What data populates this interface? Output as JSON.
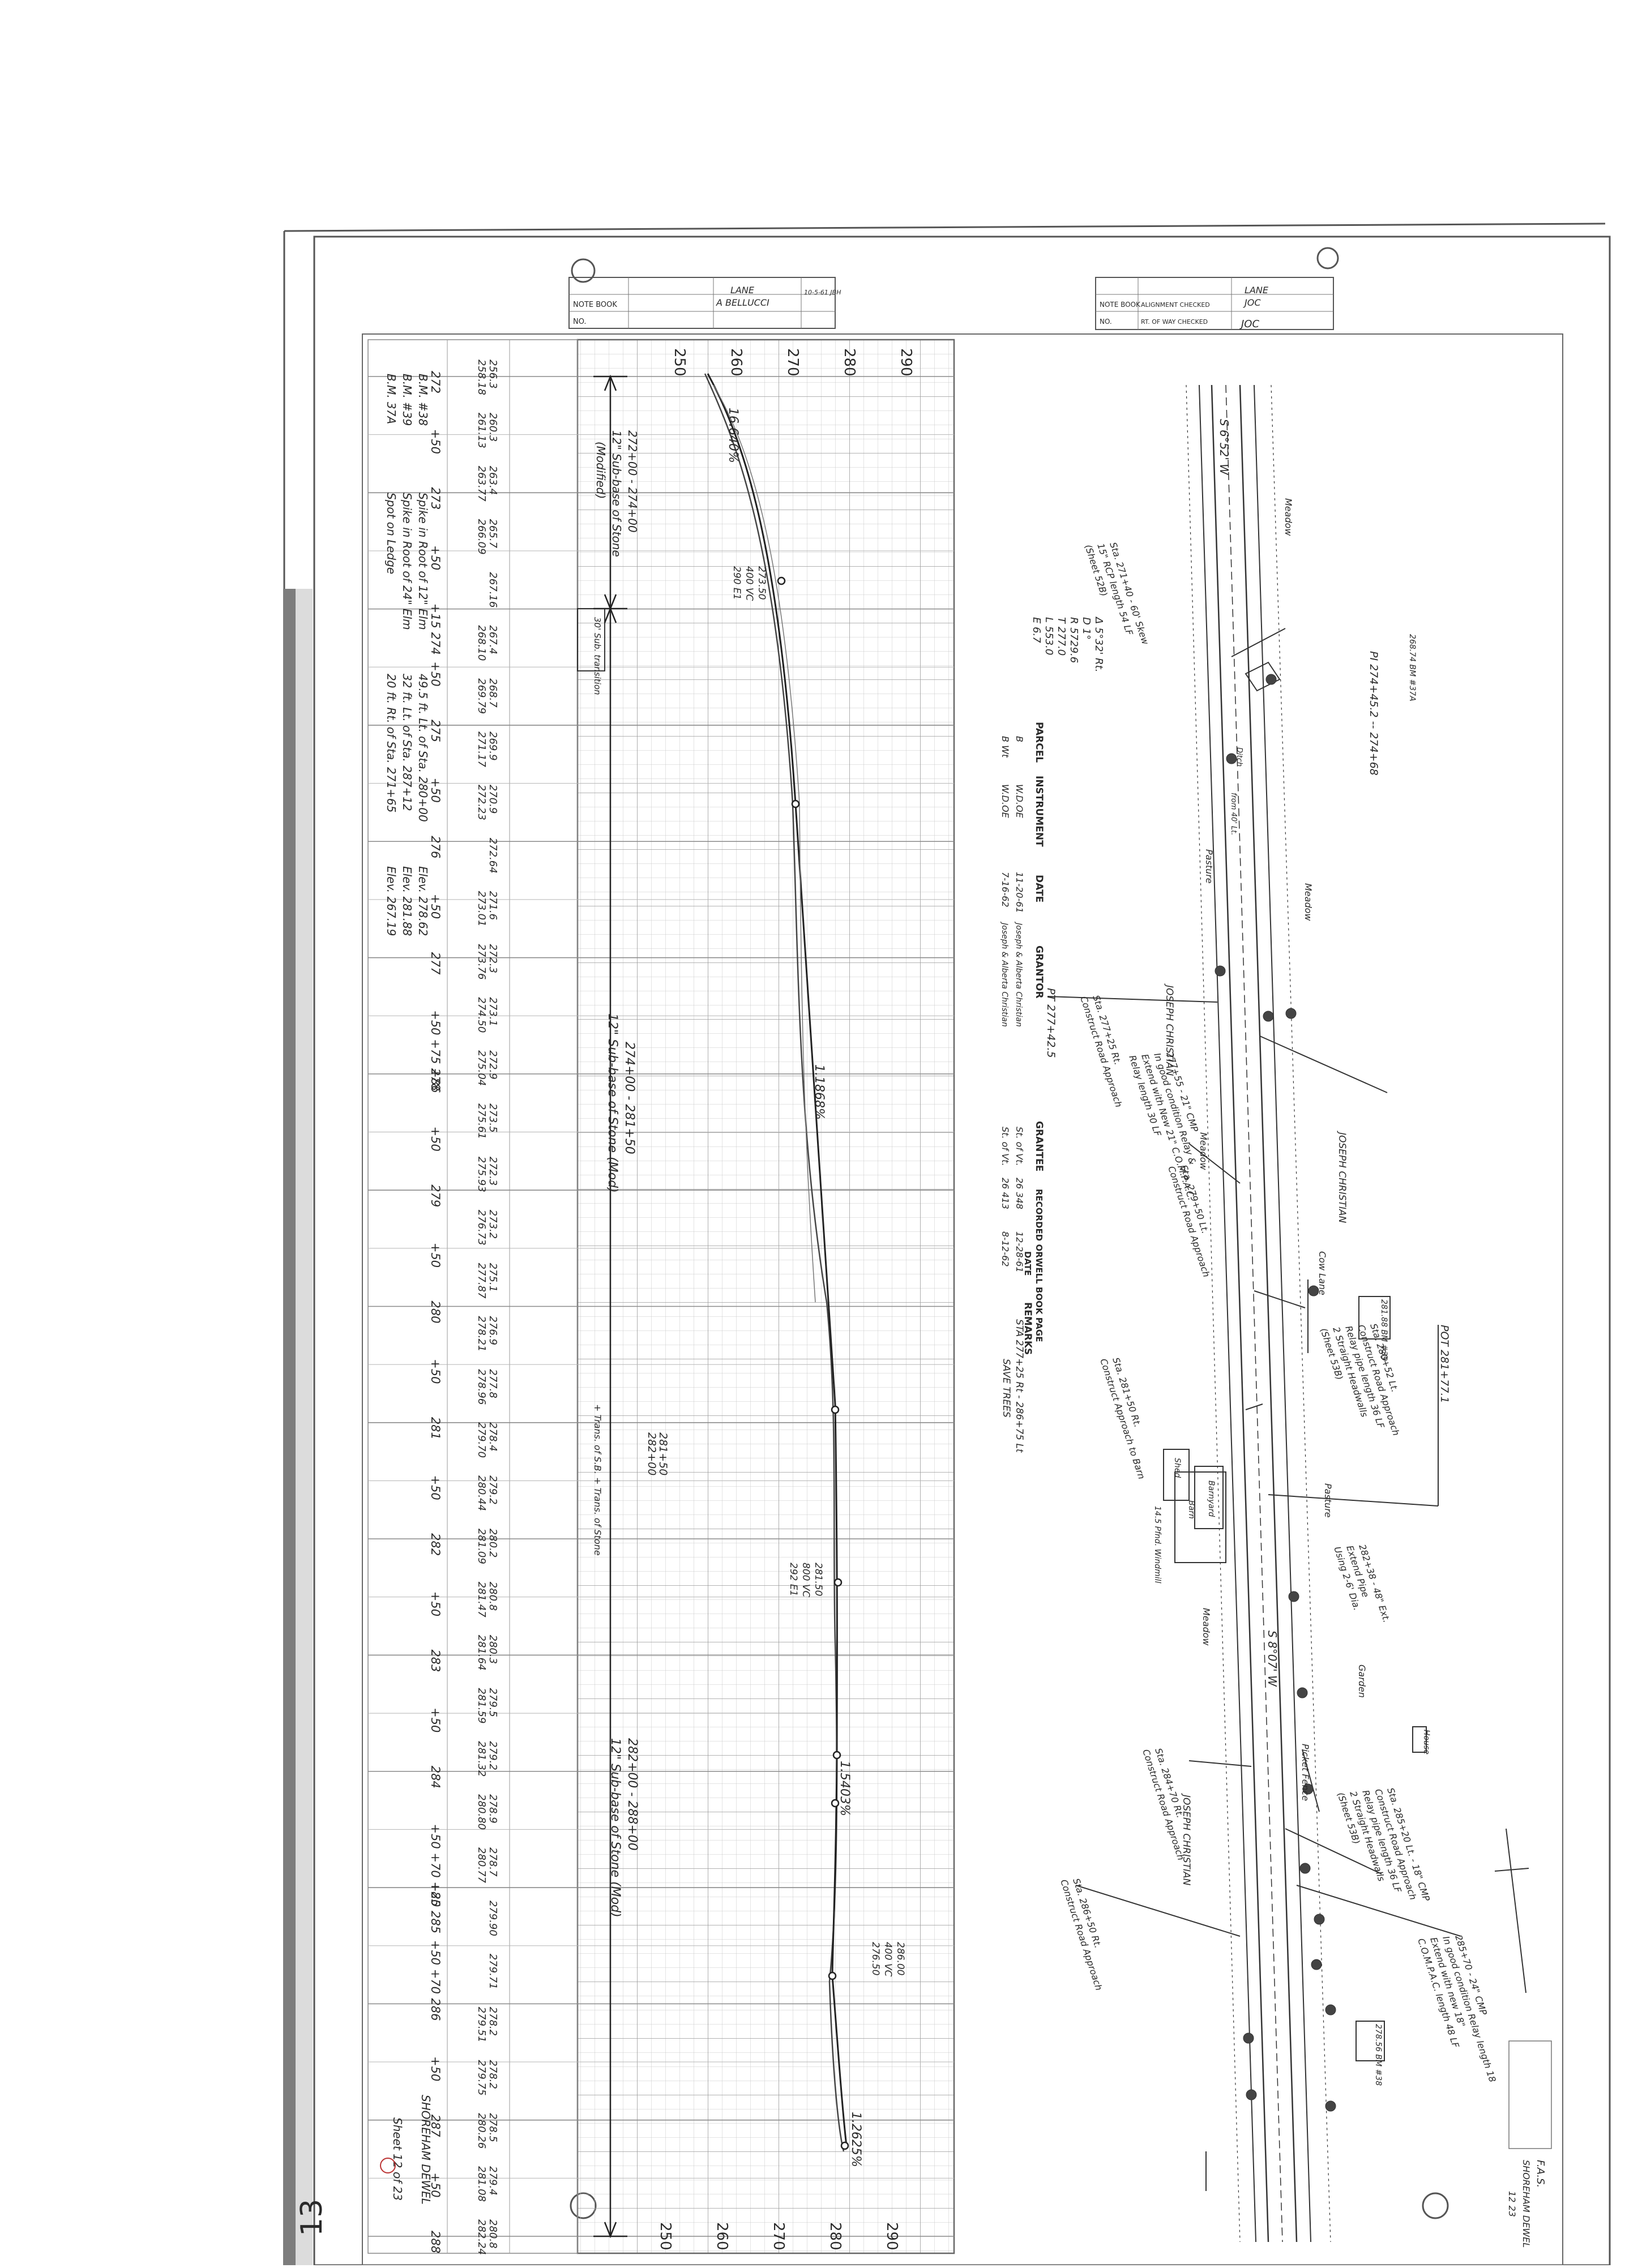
{
  "page_mark": "13",
  "title_block_left": {
    "labels": [
      "NOTE BOOK",
      "NO."
    ],
    "lane": "LANE",
    "designer": "A BELLUCCI",
    "checked": "10-5-61 JBH"
  },
  "title_block_right": {
    "labels": [
      "NOTE BOOK",
      "NO.",
      "ALIGNMENT CHECKED",
      "RT. OF WAY CHECKED"
    ],
    "lane": "LANE",
    "initials_top": "JOC",
    "initials_bottom": "JOC"
  },
  "profile": {
    "elev_ticks": [
      "250",
      "260",
      "270",
      "280",
      "290"
    ],
    "stations": [
      "272",
      "+50",
      "273",
      "+50",
      "+15 274",
      "+50",
      "275",
      "+50",
      "276",
      "+50",
      "277",
      "+50 +75 +86",
      "278",
      "+50",
      "279",
      "+50",
      "280",
      "+50",
      "281",
      "+50",
      "282",
      "+50",
      "283",
      "+50",
      "284",
      "+50 +70 +85",
      "+20 285",
      "+50 +70",
      "286",
      "+50",
      "287",
      "+50",
      "288"
    ],
    "elev_pairs": [
      [
        "256.3",
        "258.18"
      ],
      [
        "260.3",
        "261.13"
      ],
      [
        "263.4",
        "263.77"
      ],
      [
        "265.7",
        "266.09"
      ],
      [
        "267.16",
        ""
      ],
      [
        "267.4",
        "268.10"
      ],
      [
        "268.7",
        "269.79"
      ],
      [
        "269.9",
        "271.17"
      ],
      [
        "270.9",
        "272.23"
      ],
      [
        "272.64",
        ""
      ],
      [
        "271.6",
        "273.01"
      ],
      [
        "272.3",
        "273.76"
      ],
      [
        "273.1",
        "274.50"
      ],
      [
        "272.9",
        "275.04"
      ],
      [
        "273.5",
        "275.61"
      ],
      [
        "272.3",
        "275.93"
      ],
      [
        "273.2",
        "276.73"
      ],
      [
        "275.1",
        "277.87"
      ],
      [
        "276.9",
        "278.21"
      ],
      [
        "277.8",
        "278.96"
      ],
      [
        "278.4",
        "279.70"
      ],
      [
        "279.2",
        "280.44"
      ],
      [
        "280.2",
        "281.09"
      ],
      [
        "280.8",
        "281.47"
      ],
      [
        "280.3",
        "281.64"
      ],
      [
        "279.5",
        "281.59"
      ],
      [
        "279.2",
        "281.32"
      ],
      [
        "278.9",
        "280.80"
      ],
      [
        "278.7",
        "280.77"
      ],
      [
        "279.90",
        ""
      ],
      [
        "279.71",
        ""
      ],
      [
        "278.2",
        "279.51"
      ],
      [
        "278.2",
        "279.75"
      ],
      [
        "278.5",
        "280.26"
      ],
      [
        "279.4",
        "281.08"
      ],
      [
        "280.8",
        "282.24"
      ]
    ],
    "grade_labels": [
      "16.640%",
      "1.1868%",
      "1.5403%",
      "1.2625%"
    ],
    "vc_notes": [
      [
        "273.50",
        "400 VC",
        "290 E1"
      ],
      [
        "281.50",
        "800 VC",
        "292 E1"
      ],
      [
        "286.00",
        "400 VC",
        "276.50"
      ]
    ],
    "subbase_notes": [
      [
        "272+00 - 274+00",
        "12\" Sub-base of Stone",
        "(Modified)"
      ],
      [
        "274+00 - 281+50",
        "12\" Sub-base of Stone (Mod)"
      ],
      [
        "281+50",
        "282+00"
      ],
      [
        "282+00 - 288+00",
        "12\" Sub-base of Stone (Mod)"
      ]
    ],
    "transition_notes": [
      "30' Sub. transition",
      "+ Trans. of S.B. + Trans. of Stone"
    ],
    "bench_marks": [
      [
        "B.M. #38",
        "Spike in Root of 12\" Elm",
        "49.5 ft. Lt. of Sta. 280+00",
        "Elev. 278.62"
      ],
      [
        "B.M. #39",
        "Spike in Root of 24\" Elm",
        "32 ft. Lt. of Sta. 287+12",
        "Elev. 281.88"
      ],
      [
        "B.M. 37A",
        "Spot on Ledge",
        "20 ft. Rt. of Sta. 271+65",
        "Elev. 267.19"
      ]
    ],
    "sheet_note": [
      "SHOREHAM DEWEL",
      "Sheet 12 of 23"
    ]
  },
  "parcel_table": {
    "headers": [
      "PARCEL",
      "INSTRUMENT",
      "DATE",
      "GRANTOR",
      "GRANTEE",
      "RECORDED ORWELL BOOK PAGE",
      "DATE",
      "REMARKS"
    ],
    "rows": [
      [
        "B",
        "W.D.OE",
        "11-20-61",
        "Joseph & Alberta Christian",
        "St. of Vt.",
        "26  348",
        "12-28-61",
        ""
      ],
      [
        "B Wt",
        "W.D.OE",
        "7-16-62",
        "Joseph & Alberta Christian",
        "St. of Vt.",
        "26  413",
        "8-12-62",
        ""
      ]
    ],
    "remarks_note": [
      "STA 277+25 Rt - 286+75 Lt",
      "SAVE TREES"
    ]
  },
  "curve_data": [
    "Δ 5°32' Rt.",
    "D 1°",
    "R 5729.6",
    "T 277.0",
    "L 553.0",
    "E 6.7"
  ],
  "plan": {
    "bearings": [
      "S 6°52' W",
      "S 8°07' W"
    ],
    "curve_points": [
      "PI 274+45.2 -- 274+68",
      "PT 277+42.5",
      "POT 281+77.1"
    ],
    "field_labels": [
      "Meadow",
      "Meadow",
      "Pasture",
      "Meadow",
      "Pasture",
      "Meadow",
      "Garden",
      "Cow Lane",
      "Picket Fence"
    ],
    "owners": [
      "JOSEPH CHRISTIAN",
      "JOSEPH CHRISTIAN",
      "JOSEPH CHRISTIAN"
    ],
    "buildings": [
      "Shed",
      "Barn",
      "Barnyard",
      "House",
      "14.5 Pfnd. Windmill"
    ],
    "callouts": [
      [
        "Sta. 271+40 - 60' Skew",
        "15\" RCP length 54 LF",
        "(Sheet 52B)"
      ],
      [
        "Sta. 277+25 Rt.",
        "Construct Road Approach"
      ],
      [
        "277+55 - 21\" CMP",
        "In good condition Relay &",
        "Extend with New 21\" C.O.M.P.A.C.",
        "Relay length 30 LF"
      ],
      [
        "Sta. 279+50 Lt.",
        "Construct Road Approach"
      ],
      [
        "Sta. 280+52 Lt.",
        "Construct Road Approach",
        "Relay pipe length 36 LF",
        "2 Straight Headwalls",
        "(Sheet 53B)"
      ],
      [
        "Sta. 281+50 Rt.",
        "Construct Approach to Barn"
      ],
      [
        "282+38 - 48\" Ext.",
        "Extend Pipe",
        "Using 2-6' Dia."
      ],
      [
        "Sta. 284+70 Rt.",
        "Construct Road Approach"
      ],
      [
        "Sta. 285+20 Lt. - 18\" CMP",
        "Construct Road Approach",
        "Relay pipe length 36 LF",
        "2 Straight Headwalls",
        "(Sheet 53B)"
      ],
      [
        "285+70 - 24\" CMP",
        "In good condition Relay length 18",
        "Extend with new 18\"",
        "C.O.M.P.A.C. length 48 LF"
      ],
      [
        "Sta. 286+50 Rt.",
        "Construct Road Approach"
      ]
    ],
    "bm_tags": [
      "278.56 BM #38",
      "281.88 BM #39",
      "268.74 BM #37A"
    ],
    "misc": [
      "Ditch",
      "from 40' Lt."
    ]
  },
  "sheet_corner": [
    "F.A.S.",
    "SHOREHAM DEWEL",
    "12  23"
  ]
}
